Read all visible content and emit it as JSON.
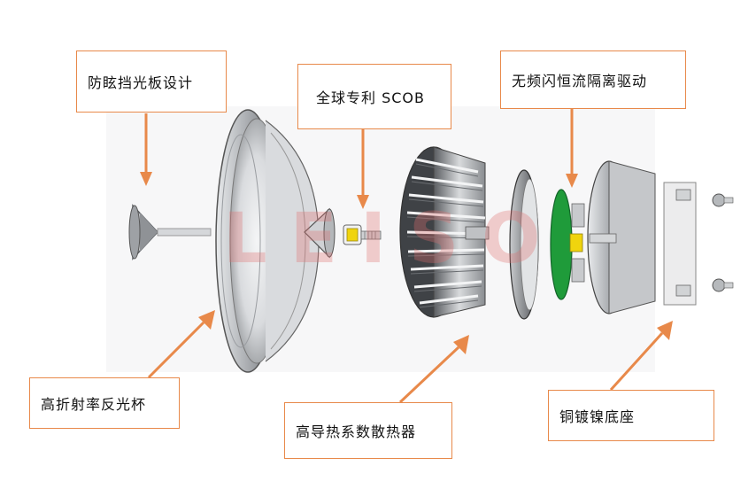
{
  "labels": {
    "anti_glare": "防眩挡光板设计",
    "scob": "全球专利 SCOB",
    "driver": "无频闪恒流隔离驱动",
    "reflector": "高折射率反光杯",
    "heatsink": "高导热系数散热器",
    "base": "铜镀镍底座"
  },
  "watermark": "LEISO",
  "colors": {
    "accent": "#e8894a",
    "metal": "#b9bcbf",
    "pcb": "#1f9b3a",
    "watermark": "#e07070"
  }
}
